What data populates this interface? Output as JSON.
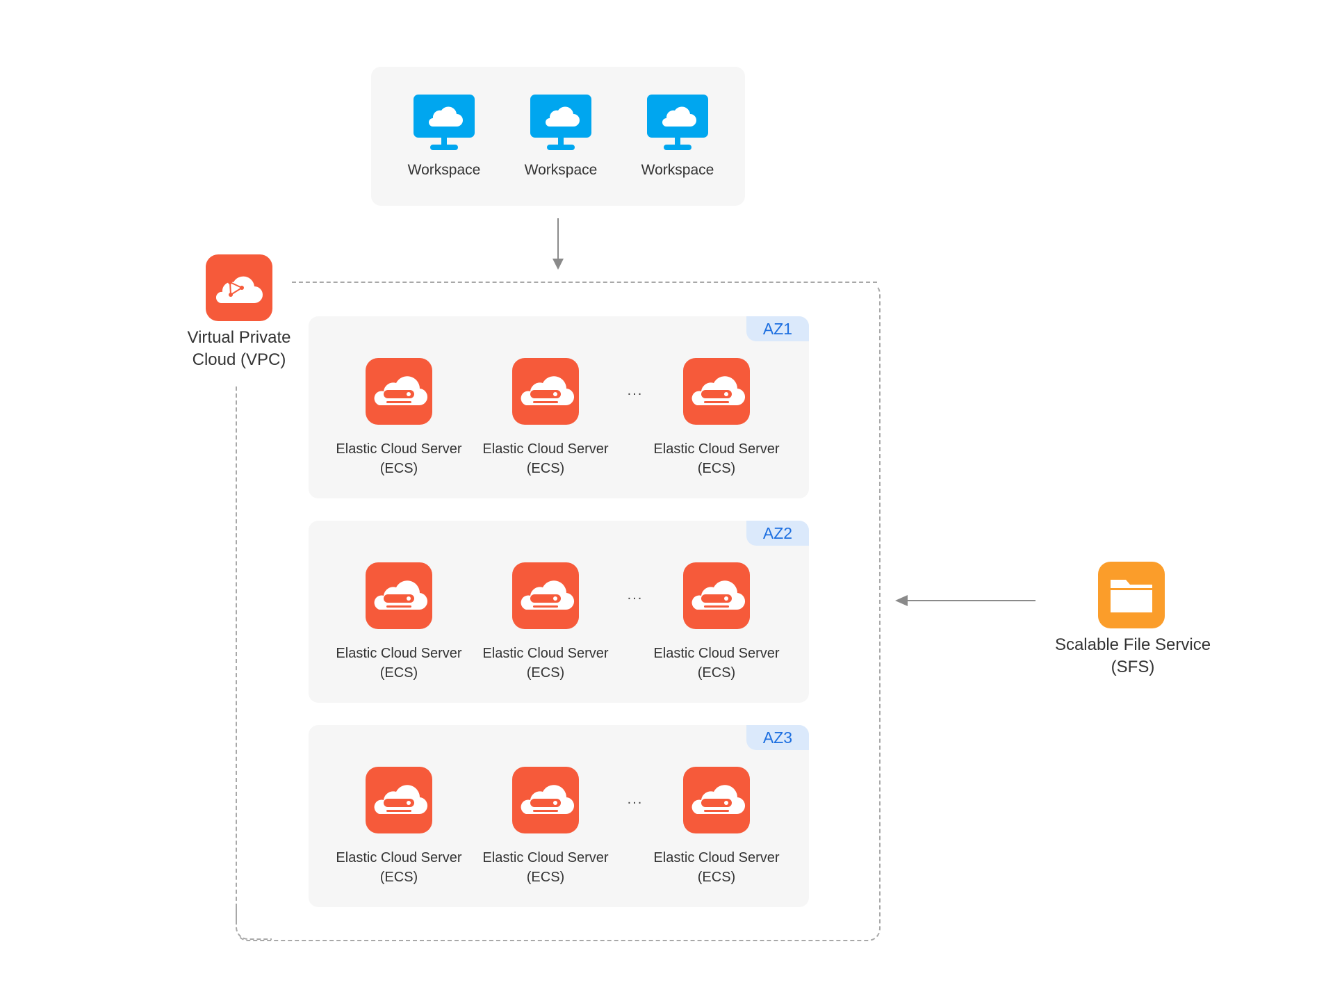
{
  "workspaces": [
    {
      "label": "Workspace"
    },
    {
      "label": "Workspace"
    },
    {
      "label": "Workspace"
    }
  ],
  "vpc": {
    "label_line1": "Virtual Private",
    "label_line2": "Cloud (VPC)"
  },
  "azs": [
    {
      "tag": "AZ1",
      "servers": [
        {
          "line1": "Elastic Cloud Server",
          "line2": "(ECS)"
        },
        {
          "line1": "Elastic Cloud Server",
          "line2": "(ECS)"
        },
        {
          "line1": "Elastic Cloud Server",
          "line2": "(ECS)"
        }
      ],
      "ellipsis": "..."
    },
    {
      "tag": "AZ2",
      "servers": [
        {
          "line1": "Elastic Cloud Server",
          "line2": "(ECS)"
        },
        {
          "line1": "Elastic Cloud Server",
          "line2": "(ECS)"
        },
        {
          "line1": "Elastic Cloud Server",
          "line2": "(ECS)"
        }
      ],
      "ellipsis": "..."
    },
    {
      "tag": "AZ3",
      "servers": [
        {
          "line1": "Elastic Cloud Server",
          "line2": "(ECS)"
        },
        {
          "line1": "Elastic Cloud Server",
          "line2": "(ECS)"
        },
        {
          "line1": "Elastic Cloud Server",
          "line2": "(ECS)"
        }
      ],
      "ellipsis": "..."
    }
  ],
  "sfs": {
    "label_line1": "Scalable File Service",
    "label_line2": "(SFS)"
  },
  "colors": {
    "workspace_icon": "#00a6ef",
    "ecs_icon": "#f65a3a",
    "vpc_icon": "#f65a3a",
    "sfs_icon": "#fb9d2a",
    "az_tag_text": "#1d6fe0",
    "az_tag_bg": "#dbe9fb",
    "panel_bg": "#f6f6f6"
  },
  "icons": {
    "workspace": "monitor-cloud-icon",
    "vpc": "cloud-network-icon",
    "ecs": "cloud-server-icon",
    "sfs": "folder-icon"
  }
}
